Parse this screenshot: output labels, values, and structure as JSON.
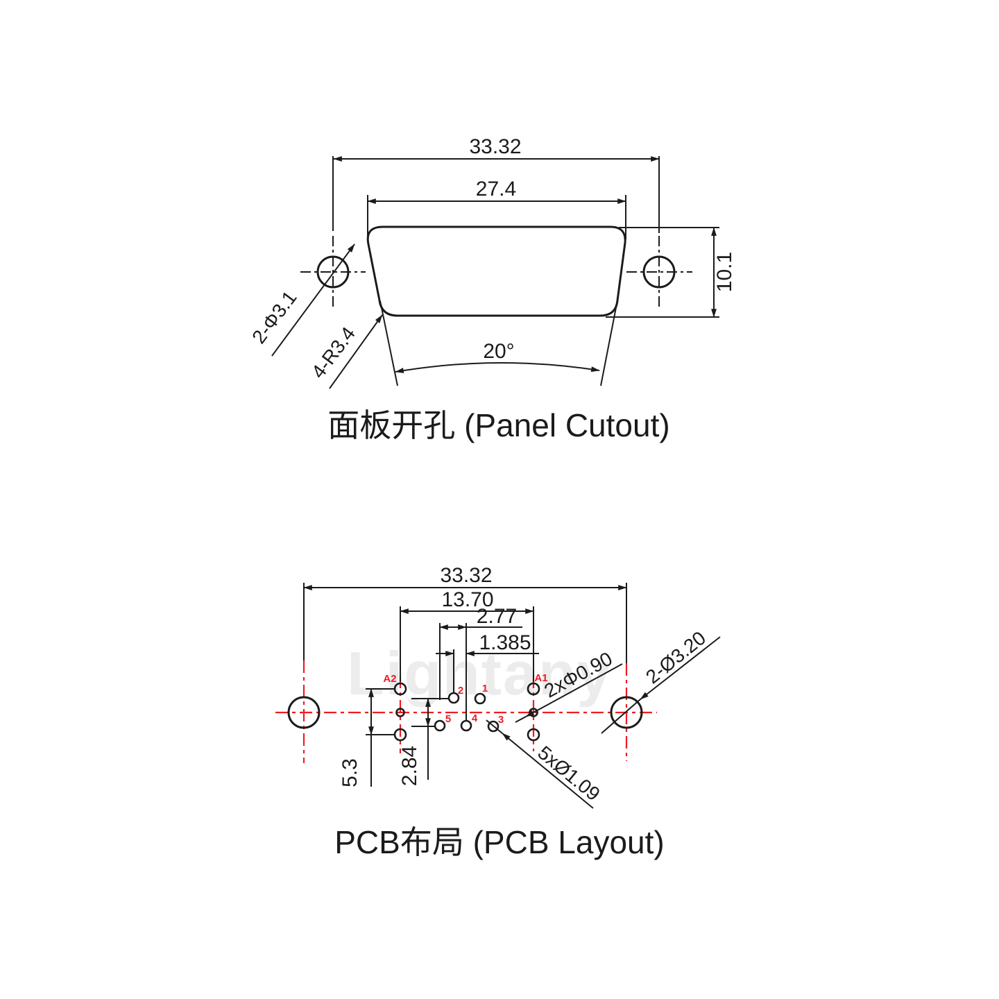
{
  "watermark": "Lightany",
  "colors": {
    "ink": "#1b1b1b",
    "accent_red": "#ed1c24",
    "watermark": "#ececec"
  },
  "panel_cutout": {
    "title": "面板开孔 (Panel Cutout)",
    "dims": {
      "overall_width": "33.32",
      "cutout_width": "27.4",
      "height": "10.1",
      "taper_angle": "20°",
      "mount_holes": "2-Φ3.1",
      "corner_radius": "4-R3.4"
    }
  },
  "pcb_layout": {
    "title": "PCB布局 (PCB Layout)",
    "dims": {
      "overall_width": "33.32",
      "coax_pitch": "13.70",
      "pin_pitch": "2.77",
      "row_offset": "1.385",
      "coax_span": "5.3",
      "row_spacing": "2.84"
    },
    "hole_callouts": {
      "coax_center_holes": "2xΦ0.90",
      "signal_pin_holes": "5xØ1.09",
      "mount_holes": "2-Ø3.20"
    },
    "pin_labels": {
      "a1": "A1",
      "a2": "A2",
      "p1": "1",
      "p2": "2",
      "p3": "3",
      "p4": "4",
      "p5": "5"
    }
  }
}
